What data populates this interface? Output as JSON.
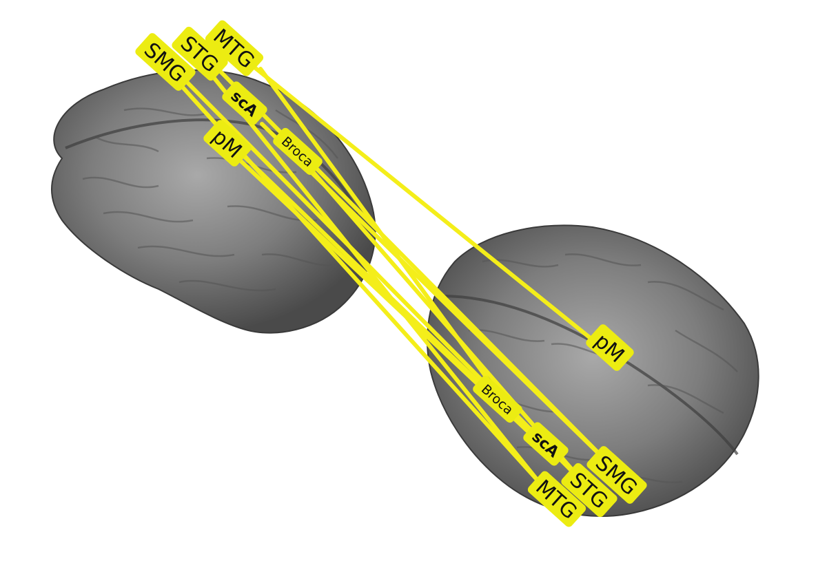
{
  "colors": {
    "background": "#ffffff",
    "connection": "#f4ee1a",
    "label_fill": "#ecec12",
    "label_text": "#111111",
    "brain_dark": "#4a4a4a",
    "brain_mid": "#7d7d7d",
    "brain_light": "#a9a9a9"
  },
  "left_brain": {
    "labels": {
      "mtg": "MTG",
      "stg": "STG",
      "smg": "SMG",
      "sca": "scA",
      "broca": "Broca",
      "pm": "pM"
    }
  },
  "right_brain": {
    "labels": {
      "pm": "pM",
      "broca": "Broca",
      "sca": "scA",
      "smg": "SMG",
      "stg": "STG",
      "mtg": "MTG"
    }
  },
  "connections": [
    {
      "from": "MTG",
      "to": "pM"
    },
    {
      "from": "SMG",
      "to": "STG"
    },
    {
      "from": "STG",
      "to": "SMG"
    },
    {
      "from": "STG",
      "to": "MTG"
    },
    {
      "from": "SMG",
      "to": "MTG"
    },
    {
      "from": "scA",
      "to": "SMG"
    },
    {
      "from": "Broca",
      "to": "STG"
    },
    {
      "from": "pM",
      "to": "Broca"
    },
    {
      "from": "pM",
      "to": "scA"
    },
    {
      "from": "MTG",
      "to": "Broca"
    }
  ]
}
